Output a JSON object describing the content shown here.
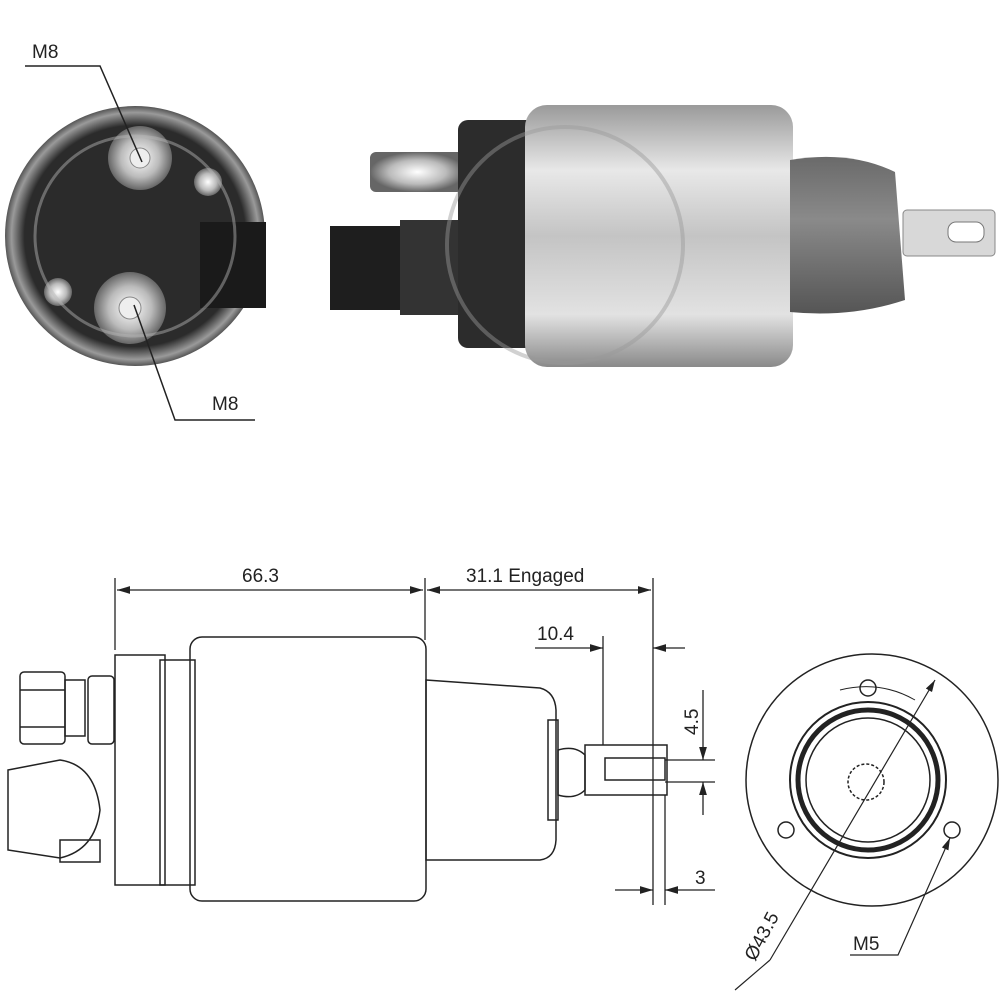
{
  "photo_labels": {
    "terminal_top": "M8",
    "terminal_bottom": "M8"
  },
  "dimensions": {
    "body_length": "66.3",
    "engaged_stroke": "31.1 Engaged",
    "tab_offset": "10.4",
    "slot_width": "4.5",
    "tab_thickness": "3",
    "flange_diameter": "Ø43.5",
    "mount_thread": "M5"
  },
  "colors": {
    "line": "#222222",
    "silver": "#c9c9c9",
    "dark": "#2a2a2a"
  }
}
